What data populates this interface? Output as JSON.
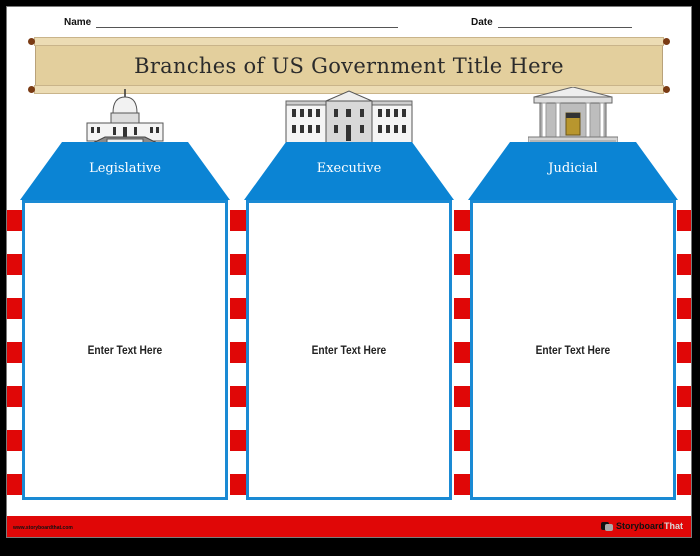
{
  "header": {
    "name_label": "Name",
    "date_label": "Date"
  },
  "title": "Branches of US Government Title Here",
  "branches": [
    {
      "label": "Legislative",
      "icon": "capitol-building-icon",
      "body": "Enter Text Here"
    },
    {
      "label": "Executive",
      "icon": "white-house-icon",
      "body": "Enter Text Here"
    },
    {
      "label": "Judicial",
      "icon": "supreme-court-icon",
      "body": "Enter Text Here"
    }
  ],
  "footer": {
    "url": "www.storyboardthat.com",
    "logo_part1": "Storyboard",
    "logo_part2": "That"
  },
  "colors": {
    "blue": "#0b84d4",
    "red": "#e00707",
    "scroll": "#e3cf9d"
  }
}
